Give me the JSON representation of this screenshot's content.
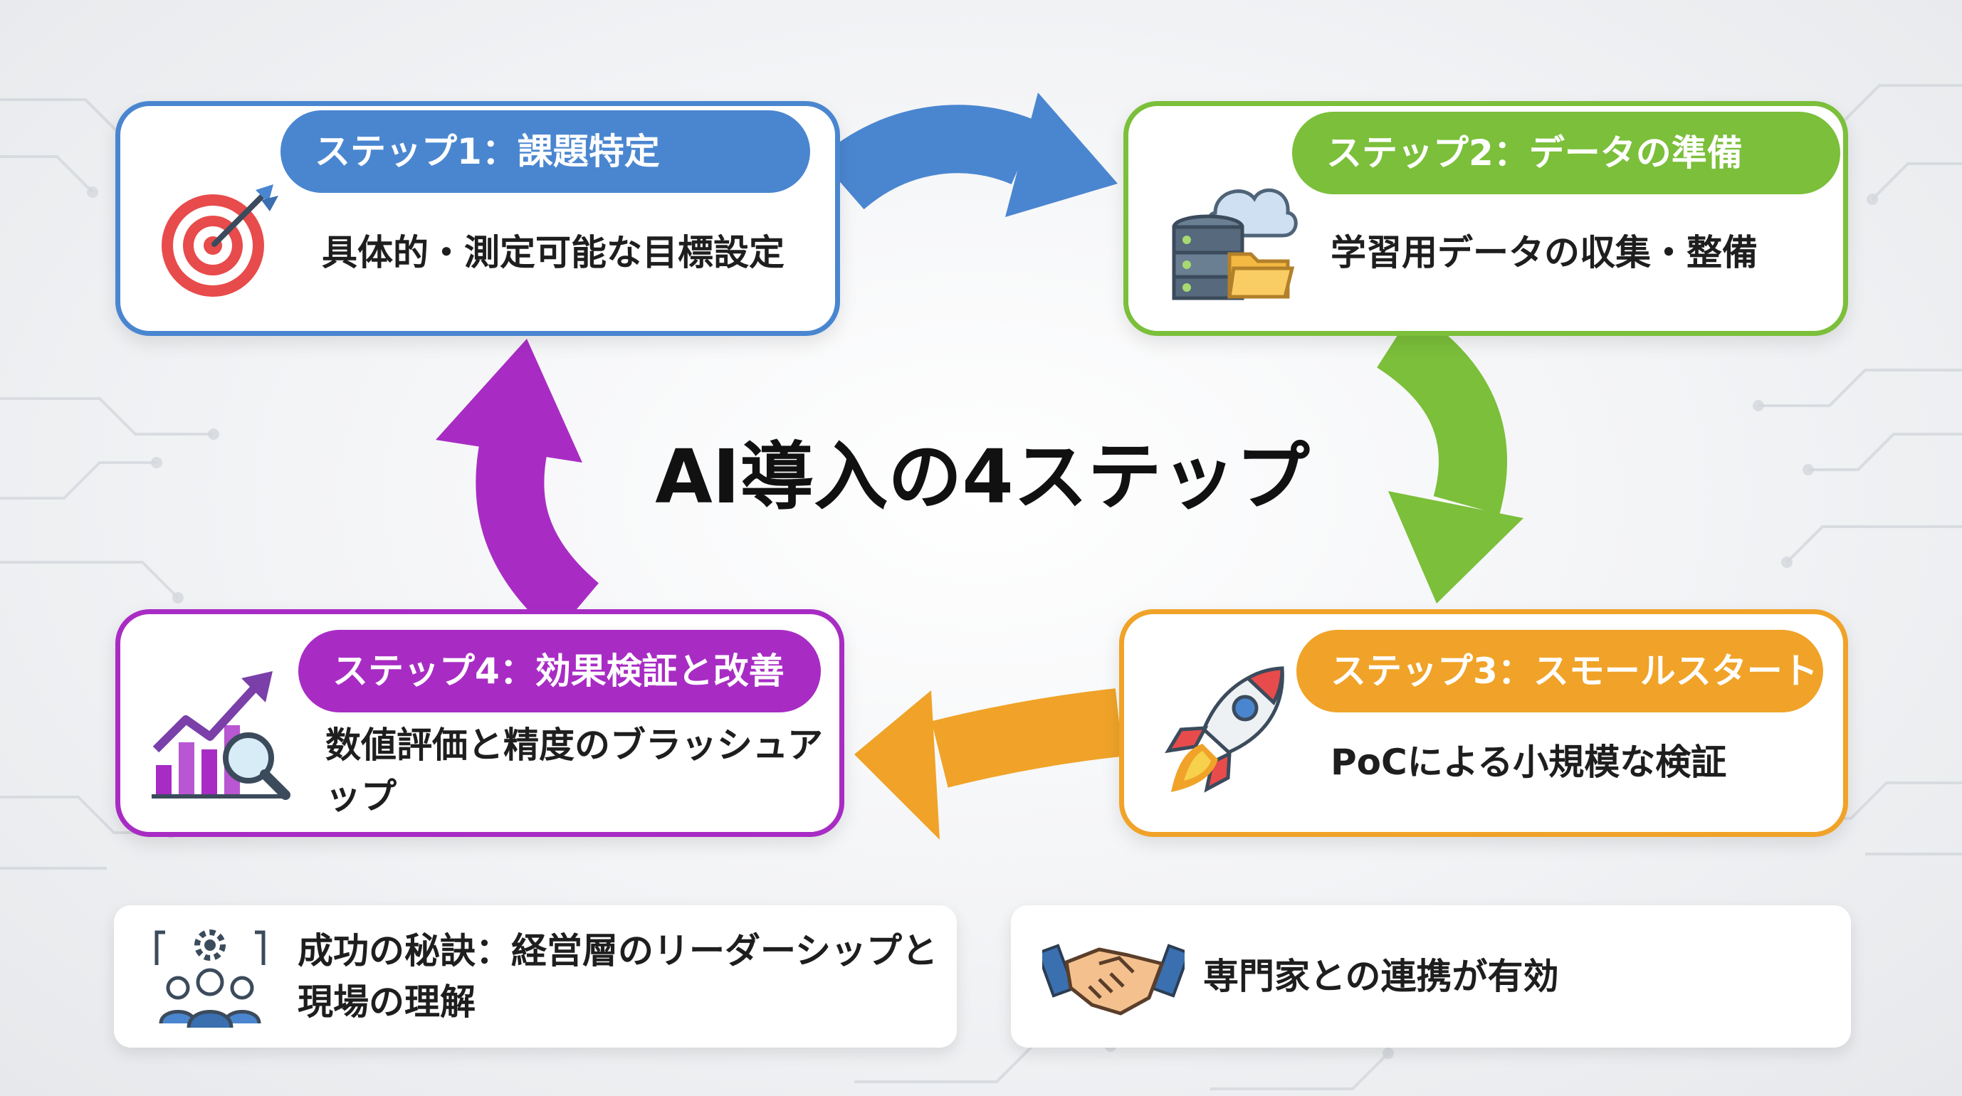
{
  "title": "AI導入の4ステップ",
  "colors": {
    "step1": "#4a86d0",
    "step2": "#7bbf3a",
    "step3": "#f0a328",
    "step4": "#a82cc4"
  },
  "steps": [
    {
      "label": "ステップ1：課題特定",
      "description": "具体的・測定可能な目標設定",
      "icon": "target-icon"
    },
    {
      "label": "ステップ2：データの準備",
      "description": "学習用データの収集・整備",
      "icon": "database-cloud-icon"
    },
    {
      "label": "ステップ3：スモールスタート",
      "description": "PoCによる小規模な検証",
      "icon": "rocket-icon"
    },
    {
      "label": "ステップ4：効果検証と改善",
      "description": "数値評価と精度のブラッシュアップ",
      "icon": "growth-chart-magnifier-icon"
    }
  ],
  "tips": [
    {
      "text": "成功の秘訣：経営層のリーダーシップと現場の理解",
      "icon": "team-gear-icon"
    },
    {
      "text": "専門家との連携が有効",
      "icon": "handshake-icon"
    }
  ]
}
